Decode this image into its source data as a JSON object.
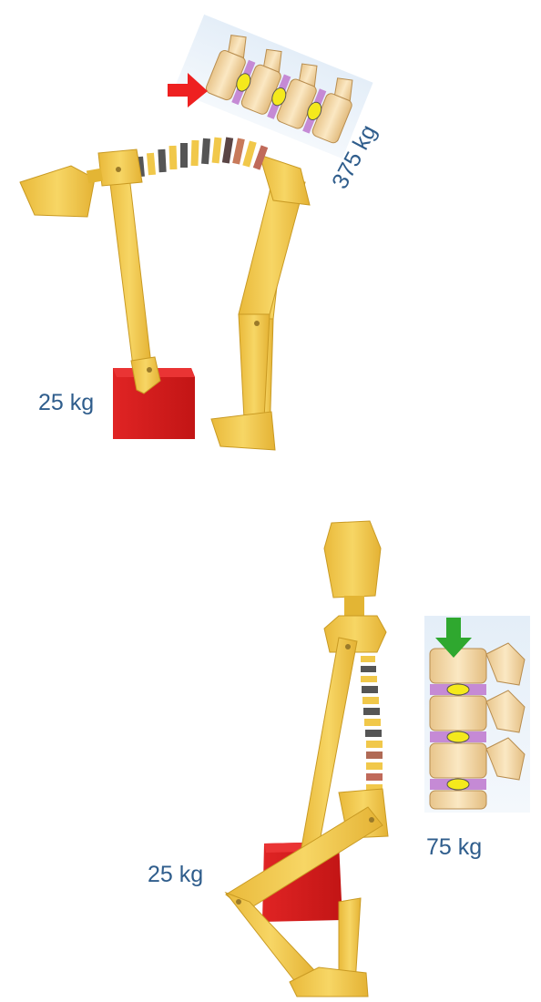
{
  "colors": {
    "label": "#2f5d8c",
    "wood": "#f2c84b",
    "wood_dark": "#c99a23",
    "box": "#d81f1f",
    "arrow_red": "#ee2020",
    "arrow_green": "#2fa82f",
    "disc": "#c890d8",
    "nucleus": "#f4e91c",
    "bone": "#f5dcab",
    "panel": "#dde9f6"
  },
  "scenes": {
    "bent": {
      "weight_label": "25 kg",
      "spine_load_label": "375 kg",
      "arrow": "red-arrow-icon"
    },
    "squat": {
      "weight_label": "25 kg",
      "spine_load_label": "75 kg",
      "arrow": "green-arrow-icon"
    }
  }
}
